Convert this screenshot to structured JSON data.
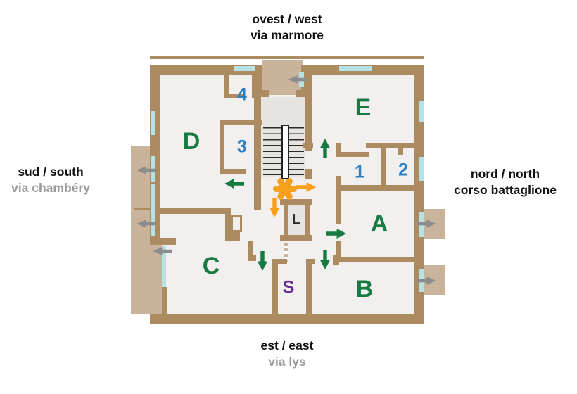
{
  "title": "apartment floor plan with orientation labels",
  "compass": {
    "west": {
      "line1": "ovest / west",
      "line2": "via marmore"
    },
    "south": {
      "line1": "sud / south",
      "line2": "via chambéry"
    },
    "north": {
      "line1": "nord / north",
      "line2": "corso battaglione"
    },
    "east": {
      "line1": "est / east",
      "line2": "via lys"
    }
  },
  "rooms": {
    "A": "A",
    "B": "B",
    "C": "C",
    "D": "D",
    "E": "E",
    "n1": "1",
    "n2": "2",
    "n3": "3",
    "n4": "4",
    "lift": "L",
    "stairs_s": "S"
  },
  "symbols": {
    "landing_asterisk": "*"
  },
  "arrows": [
    {
      "name": "entrance-arrow-west",
      "color": "gray",
      "direction": "left"
    },
    {
      "name": "balcony-arrow-south-1",
      "color": "gray",
      "direction": "left"
    },
    {
      "name": "balcony-arrow-south-2",
      "color": "gray",
      "direction": "left"
    },
    {
      "name": "balcony-arrow-south-3",
      "color": "gray",
      "direction": "left"
    },
    {
      "name": "balcony-arrow-north-1",
      "color": "gray",
      "direction": "right"
    },
    {
      "name": "balcony-arrow-north-2",
      "color": "gray",
      "direction": "right"
    },
    {
      "name": "door-arrow-room-d",
      "color": "green",
      "direction": "left"
    },
    {
      "name": "door-arrow-room-e",
      "color": "green",
      "direction": "up"
    },
    {
      "name": "door-arrow-room-a",
      "color": "green",
      "direction": "right"
    },
    {
      "name": "door-arrow-room-c",
      "color": "green",
      "direction": "down"
    },
    {
      "name": "door-arrow-room-b",
      "color": "green",
      "direction": "down"
    },
    {
      "name": "stair-arrow-right",
      "color": "orange",
      "direction": "right"
    },
    {
      "name": "stair-arrow-down",
      "color": "orange",
      "direction": "down"
    }
  ],
  "colors": {
    "wall": "#ad8b60",
    "balcony": "#c9b39b",
    "floor": "#f1f0ee",
    "stair": "#e6e4e0",
    "window": "#b5e2e6",
    "green": "#177a43",
    "blue": "#2e7fc2",
    "orange": "#f8a01b",
    "purple": "#653090",
    "arrowgray": "#8c8c8c",
    "textgray": "#9b9b9b",
    "textblack": "#111111",
    "lift": "#2e2e2e"
  }
}
